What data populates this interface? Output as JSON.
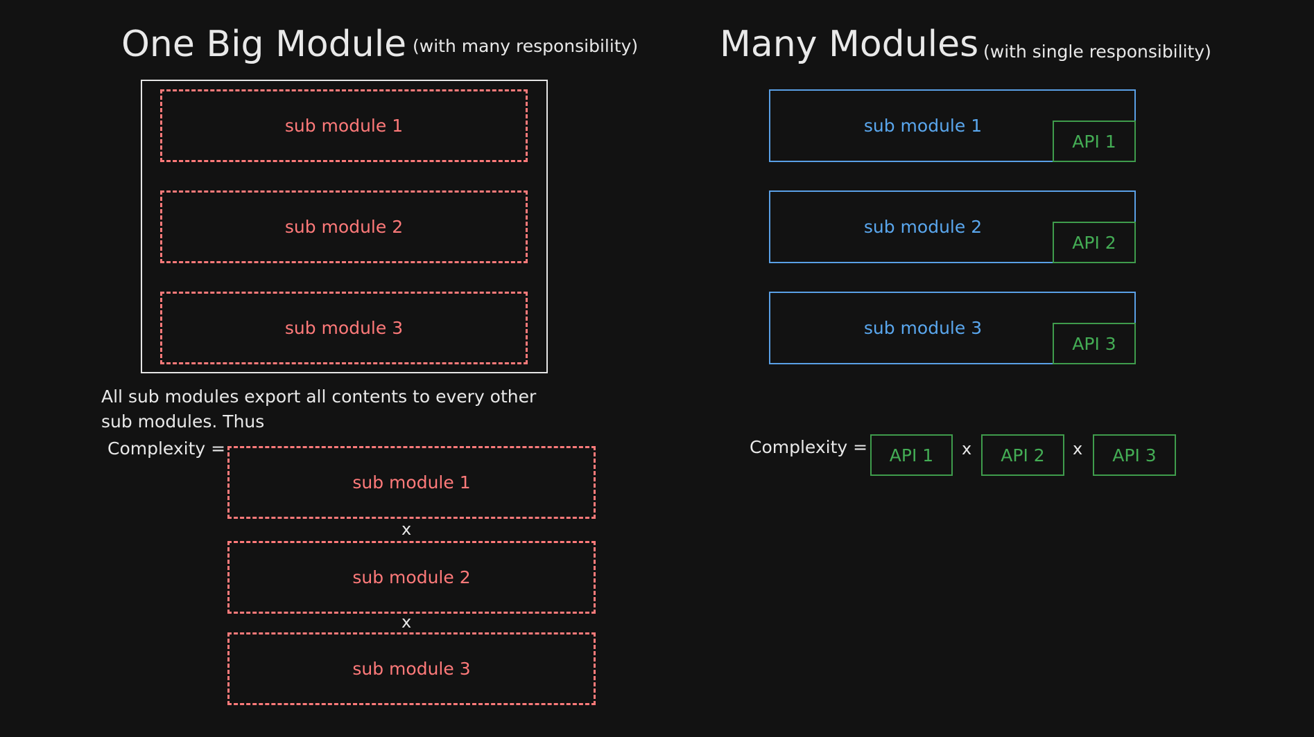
{
  "left": {
    "title": "One Big Module",
    "subtitle": "(with many responsibility)",
    "submodules": [
      "sub module 1",
      "sub module 2",
      "sub module 3"
    ],
    "description_line1": "All sub modules export all contents to every other",
    "description_line2": "sub modules. Thus",
    "complexity_label": "Complexity =",
    "complexity_terms": [
      "sub module 1",
      "sub module 2",
      "sub module 3"
    ],
    "operator": "x"
  },
  "right": {
    "title": "Many Modules",
    "subtitle": "(with single responsibility)",
    "modules": [
      {
        "label": "sub module 1",
        "api": "API 1"
      },
      {
        "label": "sub module 2",
        "api": "API 2"
      },
      {
        "label": "sub module 3",
        "api": "API 3"
      }
    ],
    "complexity_label": "Complexity =",
    "complexity_terms": [
      "API 1",
      "API 2",
      "API 3"
    ],
    "operator": "x"
  },
  "colors": {
    "background": "#121212",
    "text": "#e9e9e9",
    "submodule_red": "#ff7a7a",
    "module_blue": "#5aa0e6",
    "api_green": "#3f9c4c"
  }
}
